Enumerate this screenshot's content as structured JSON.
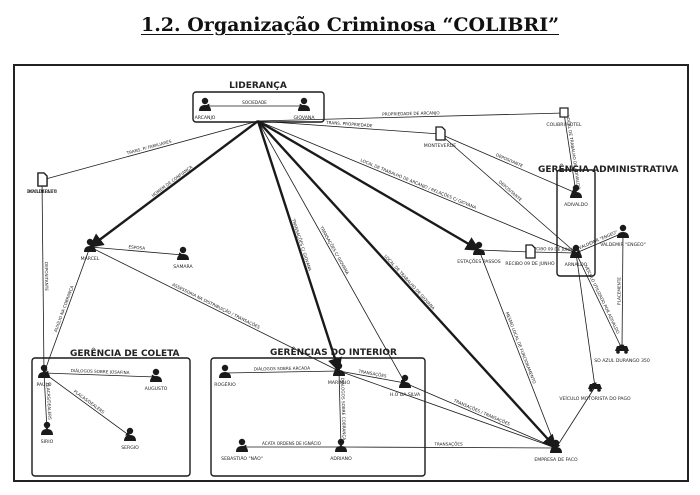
{
  "title": "1.2. Organização Criminosa “COLIBRI”",
  "colors": {
    "ink": "#1a1a1a",
    "paper": "#ffffff"
  },
  "groups": [
    {
      "id": "lideranca",
      "label": "LIDERANÇA"
    },
    {
      "id": "administrativa",
      "label": "GERÊNCIA ADMINISTRATIVA"
    },
    {
      "id": "coleta",
      "label": "GERÊNCIA DE COLETA"
    },
    {
      "id": "interior",
      "label": "GERÊNCIAS DO INTERIOR"
    }
  ],
  "nodes": [
    {
      "id": "arcanjo",
      "label": "ARCANJO",
      "icon": "person-icon"
    },
    {
      "id": "giovana",
      "label": "GIOVANA",
      "icon": "person-icon"
    },
    {
      "id": "colibri_hotel",
      "label": "COLIBRI HOTEL",
      "icon": "building-icon"
    },
    {
      "id": "monteverde",
      "label": "MONTEVERDE",
      "icon": "document-icon"
    },
    {
      "id": "adivaldo",
      "label": "ADIVALDO",
      "icon": "person-icon"
    },
    {
      "id": "arnaldo",
      "label": "ARNALDO",
      "icon": "person-icon"
    },
    {
      "id": "valdemir",
      "label": "VALDEMIR \"ENGEO\"",
      "icon": "person-icon"
    },
    {
      "id": "documento",
      "label": "DOCUMENTO",
      "icon": "document-icon"
    },
    {
      "id": "wanderley",
      "label": "WANDERLEY",
      "icon": "document-icon"
    },
    {
      "id": "marcel",
      "label": "MARCEL",
      "icon": "person-icon"
    },
    {
      "id": "samara",
      "label": "SAMARA",
      "icon": "person-icon"
    },
    {
      "id": "estacionamento",
      "label": "ESTAÇÕES PASSOS",
      "icon": "person-icon"
    },
    {
      "id": "recibo",
      "label": "RECIBO 09 DE JUNHO",
      "icon": "document-icon"
    },
    {
      "id": "carro_azul",
      "label": "SO AZUL DURANGO 350",
      "icon": "car-icon"
    },
    {
      "id": "veiculo_motorista",
      "label": "VEÍCULO MOTORISTA DO PAGO",
      "icon": "car-icon"
    },
    {
      "id": "paulo",
      "label": "PAULO",
      "icon": "person-icon"
    },
    {
      "id": "augusto",
      "label": "AUGUSTO",
      "icon": "person-icon"
    },
    {
      "id": "sirio",
      "label": "SIRIO",
      "icon": "person-icon"
    },
    {
      "id": "sergio",
      "label": "SERGIO",
      "icon": "person-icon"
    },
    {
      "id": "rogerio",
      "label": "ROGÉRIO",
      "icon": "person-icon"
    },
    {
      "id": "marinho",
      "label": "MARINHO",
      "icon": "person-icon"
    },
    {
      "id": "silva",
      "label": "H.O DA SILVA",
      "icon": "person-icon"
    },
    {
      "id": "sebastiao",
      "label": "SEBASTIÃO \"NÃO\"",
      "icon": "person-icon"
    },
    {
      "id": "adriano",
      "label": "ADRIANO",
      "icon": "person-icon"
    },
    {
      "id": "empresa",
      "label": "EMPRESA DE FACO",
      "icon": "person-icon"
    }
  ],
  "edges": [
    {
      "from": "arcanjo",
      "to": "giovana",
      "label": "SOCIEDADE",
      "style": "arrow"
    },
    {
      "from": "lideranca",
      "to": "colibri_hotel",
      "label": "PROPRIEDADE DE ARCANJO"
    },
    {
      "from": "colibri_hotel",
      "to": "adivaldo",
      "label": "LOCAL DE TRABALHO DE ADIVALDO"
    },
    {
      "from": "lideranca",
      "to": "monteverde",
      "label": "TRANS. PROPRIEDADE"
    },
    {
      "from": "monteverde",
      "to": "adivaldo",
      "label": "DEPOSITANTE"
    },
    {
      "from": "monteverde",
      "to": "arnaldo",
      "label": "DEPOSITANTE"
    },
    {
      "from": "lideranca",
      "to": "documento",
      "label": "TRANS. P/ FAMILIARES"
    },
    {
      "from": "lideranca",
      "to": "marcel",
      "label": "HOMEM DE CONFIANÇA",
      "style": "bold"
    },
    {
      "from": "lideranca",
      "to": "arnaldo",
      "label": "LOCAL DE TRABALHO DE ARCANJO / RELAÇÕES C/ GIOVANA"
    },
    {
      "from": "lideranca",
      "to": "estacionamento",
      "label": "",
      "style": "bold"
    },
    {
      "from": "lideranca",
      "to": "marinho",
      "label": "TRANSAÇÕES C/ GIOVANA",
      "style": "bold"
    },
    {
      "from": "lideranca",
      "to": "silva",
      "label": "TRANSAÇÕES C/ GIOVANA"
    },
    {
      "from": "lideranca",
      "to": "empresa",
      "label": "LOCAL DE TRABALHO DE GIOVANA",
      "style": "bold"
    },
    {
      "from": "marcel",
      "to": "samara",
      "label": "ESPOSA"
    },
    {
      "from": "marcel",
      "to": "marinho",
      "label": "ASSESSORIA NA DISTRIBUIÇÃO / TRANSAÇÕES"
    },
    {
      "from": "documento",
      "to": "paulo",
      "label": "DEPOSITANTE"
    },
    {
      "from": "marcel",
      "to": "paulo",
      "label": "AUXÍLIO NA COBRANÇA"
    },
    {
      "from": "estacionamento",
      "to": "recibo",
      "label": ""
    },
    {
      "from": "recibo",
      "to": "arnaldo",
      "label": "RECIBO 09 DE JUNHO"
    },
    {
      "from": "estacionamento",
      "to": "empresa",
      "label": "MESMO LOCAL DE FUNCIONAMENTO"
    },
    {
      "from": "valdemir",
      "to": "arnaldo",
      "label": "VALDEMIR \"ENGEO\""
    },
    {
      "from": "valdemir",
      "to": "carro_azul",
      "label": "PLACEMENTE"
    },
    {
      "from": "arnaldo",
      "to": "carro_azul",
      "label": "VEÍCULO UTILIZADO POR ADIVALDO"
    },
    {
      "from": "arnaldo",
      "to": "veiculo_motorista",
      "label": ""
    },
    {
      "from": "veiculo_motorista",
      "to": "empresa",
      "label": ""
    },
    {
      "from": "paulo",
      "to": "augusto",
      "label": "DIÁLOGOS SOBRE JOSAFINA",
      "style": "arrow"
    },
    {
      "from": "paulo",
      "to": "sirio",
      "label": "PLACAS/DEALERS"
    },
    {
      "from": "paulo",
      "to": "sergio",
      "label": "PLACAS/DEALERS"
    },
    {
      "from": "rogerio",
      "to": "marinho",
      "label": "DIÁLOGOS SOBRE ARCADA"
    },
    {
      "from": "marinho",
      "to": "silva",
      "label": "TRANSAÇÕES"
    },
    {
      "from": "marinho",
      "to": "adriano",
      "label": "DIÁLOGOS SOBRE COBRANÇA"
    },
    {
      "from": "adriano",
      "to": "sebastiao",
      "label": "ACATA ORDENS DE IGNÁCIO"
    },
    {
      "from": "adriano",
      "to": "empresa",
      "label": "TRANSAÇÕES"
    },
    {
      "from": "silva",
      "to": "empresa",
      "label": "TRANSAÇÕES / TRANSAÇÕES"
    },
    {
      "from": "marinho",
      "to": "empresa",
      "label": ""
    }
  ]
}
